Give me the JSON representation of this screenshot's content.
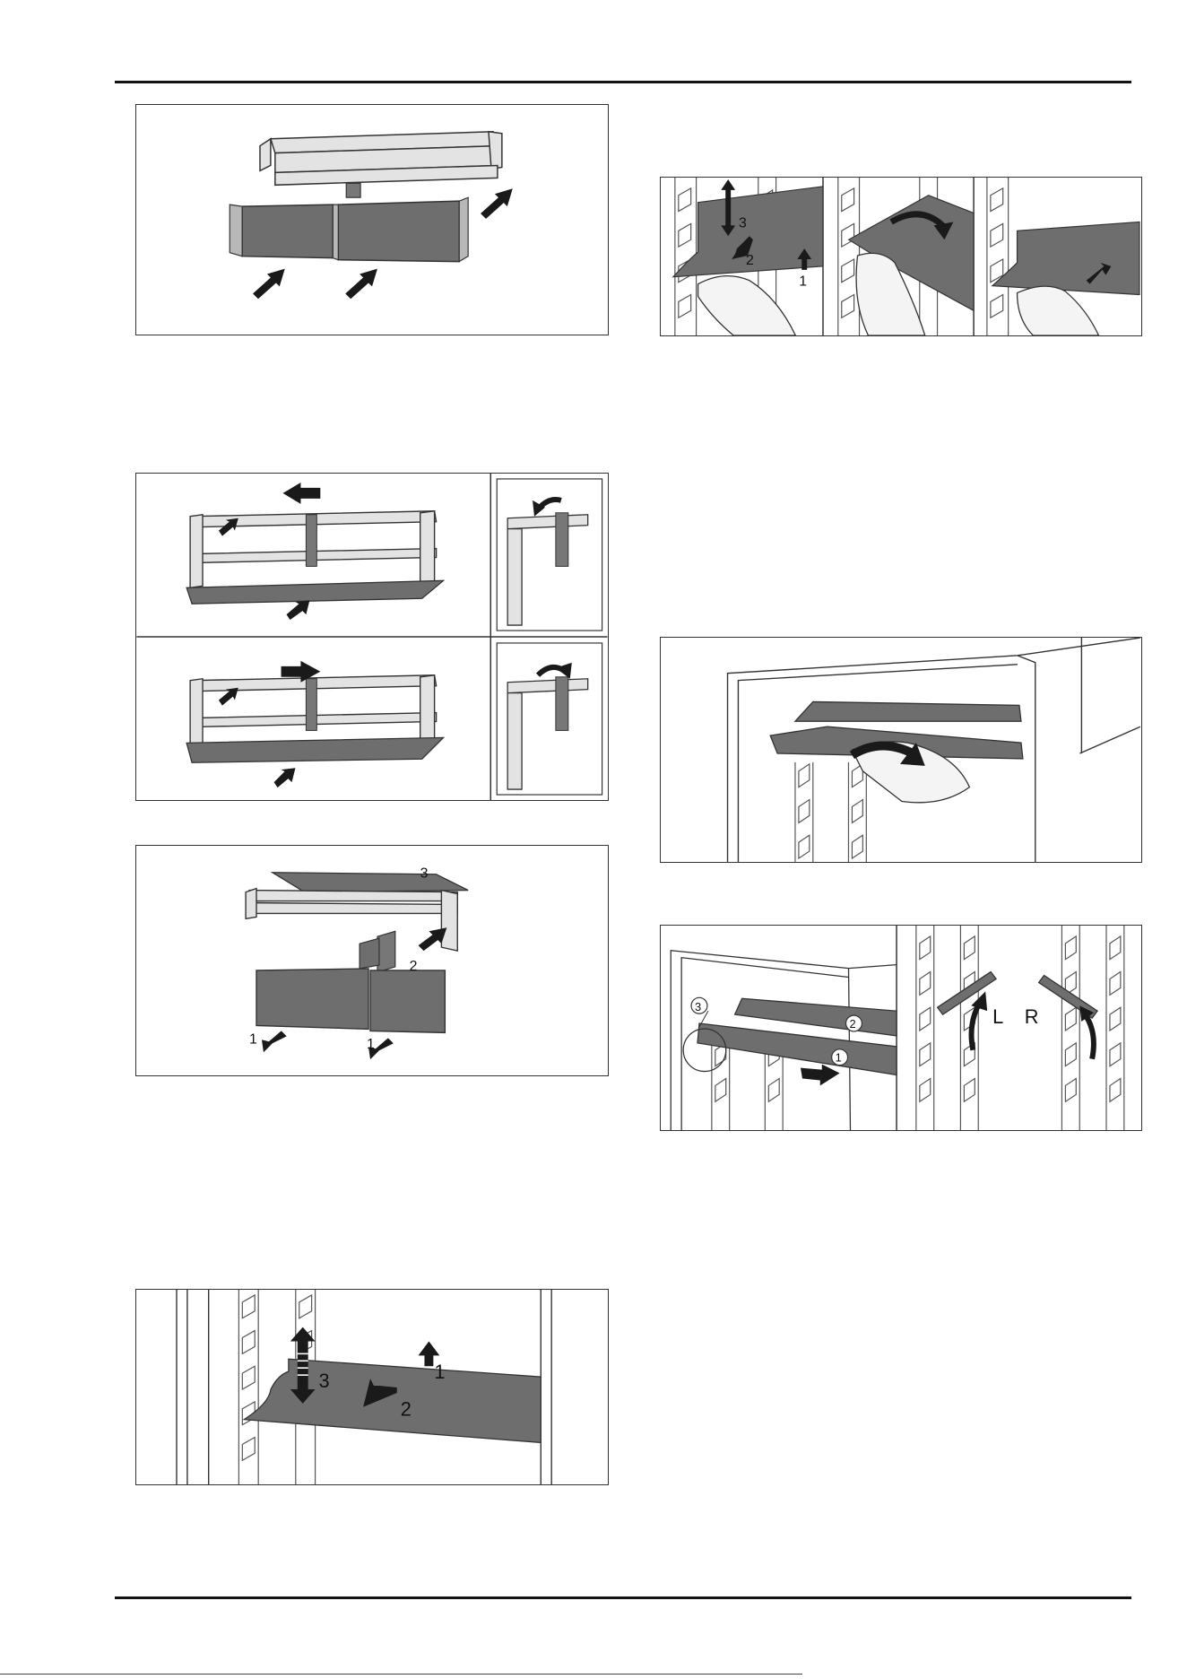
{
  "figures": {
    "fig1": {
      "callouts": []
    },
    "fig2": {
      "callouts": [
        "3",
        "2",
        "1"
      ]
    },
    "fig3": {
      "callouts": []
    },
    "fig4": {
      "callouts": []
    },
    "fig5": {
      "callouts": [
        "3",
        "2",
        "1",
        "1"
      ]
    },
    "fig6": {
      "callouts": [
        "3",
        "2",
        "1",
        "L",
        "R"
      ]
    },
    "fig7": {
      "callouts": [
        "3",
        "1",
        "2"
      ]
    }
  },
  "colors": {
    "panel": "#6e6e6e",
    "frame": "#e3e3e3",
    "line": "#333333",
    "arrow": "#1a1a1a"
  },
  "icons": [
    "arrow-icon",
    "curved-arrow-icon",
    "hand-icon"
  ]
}
